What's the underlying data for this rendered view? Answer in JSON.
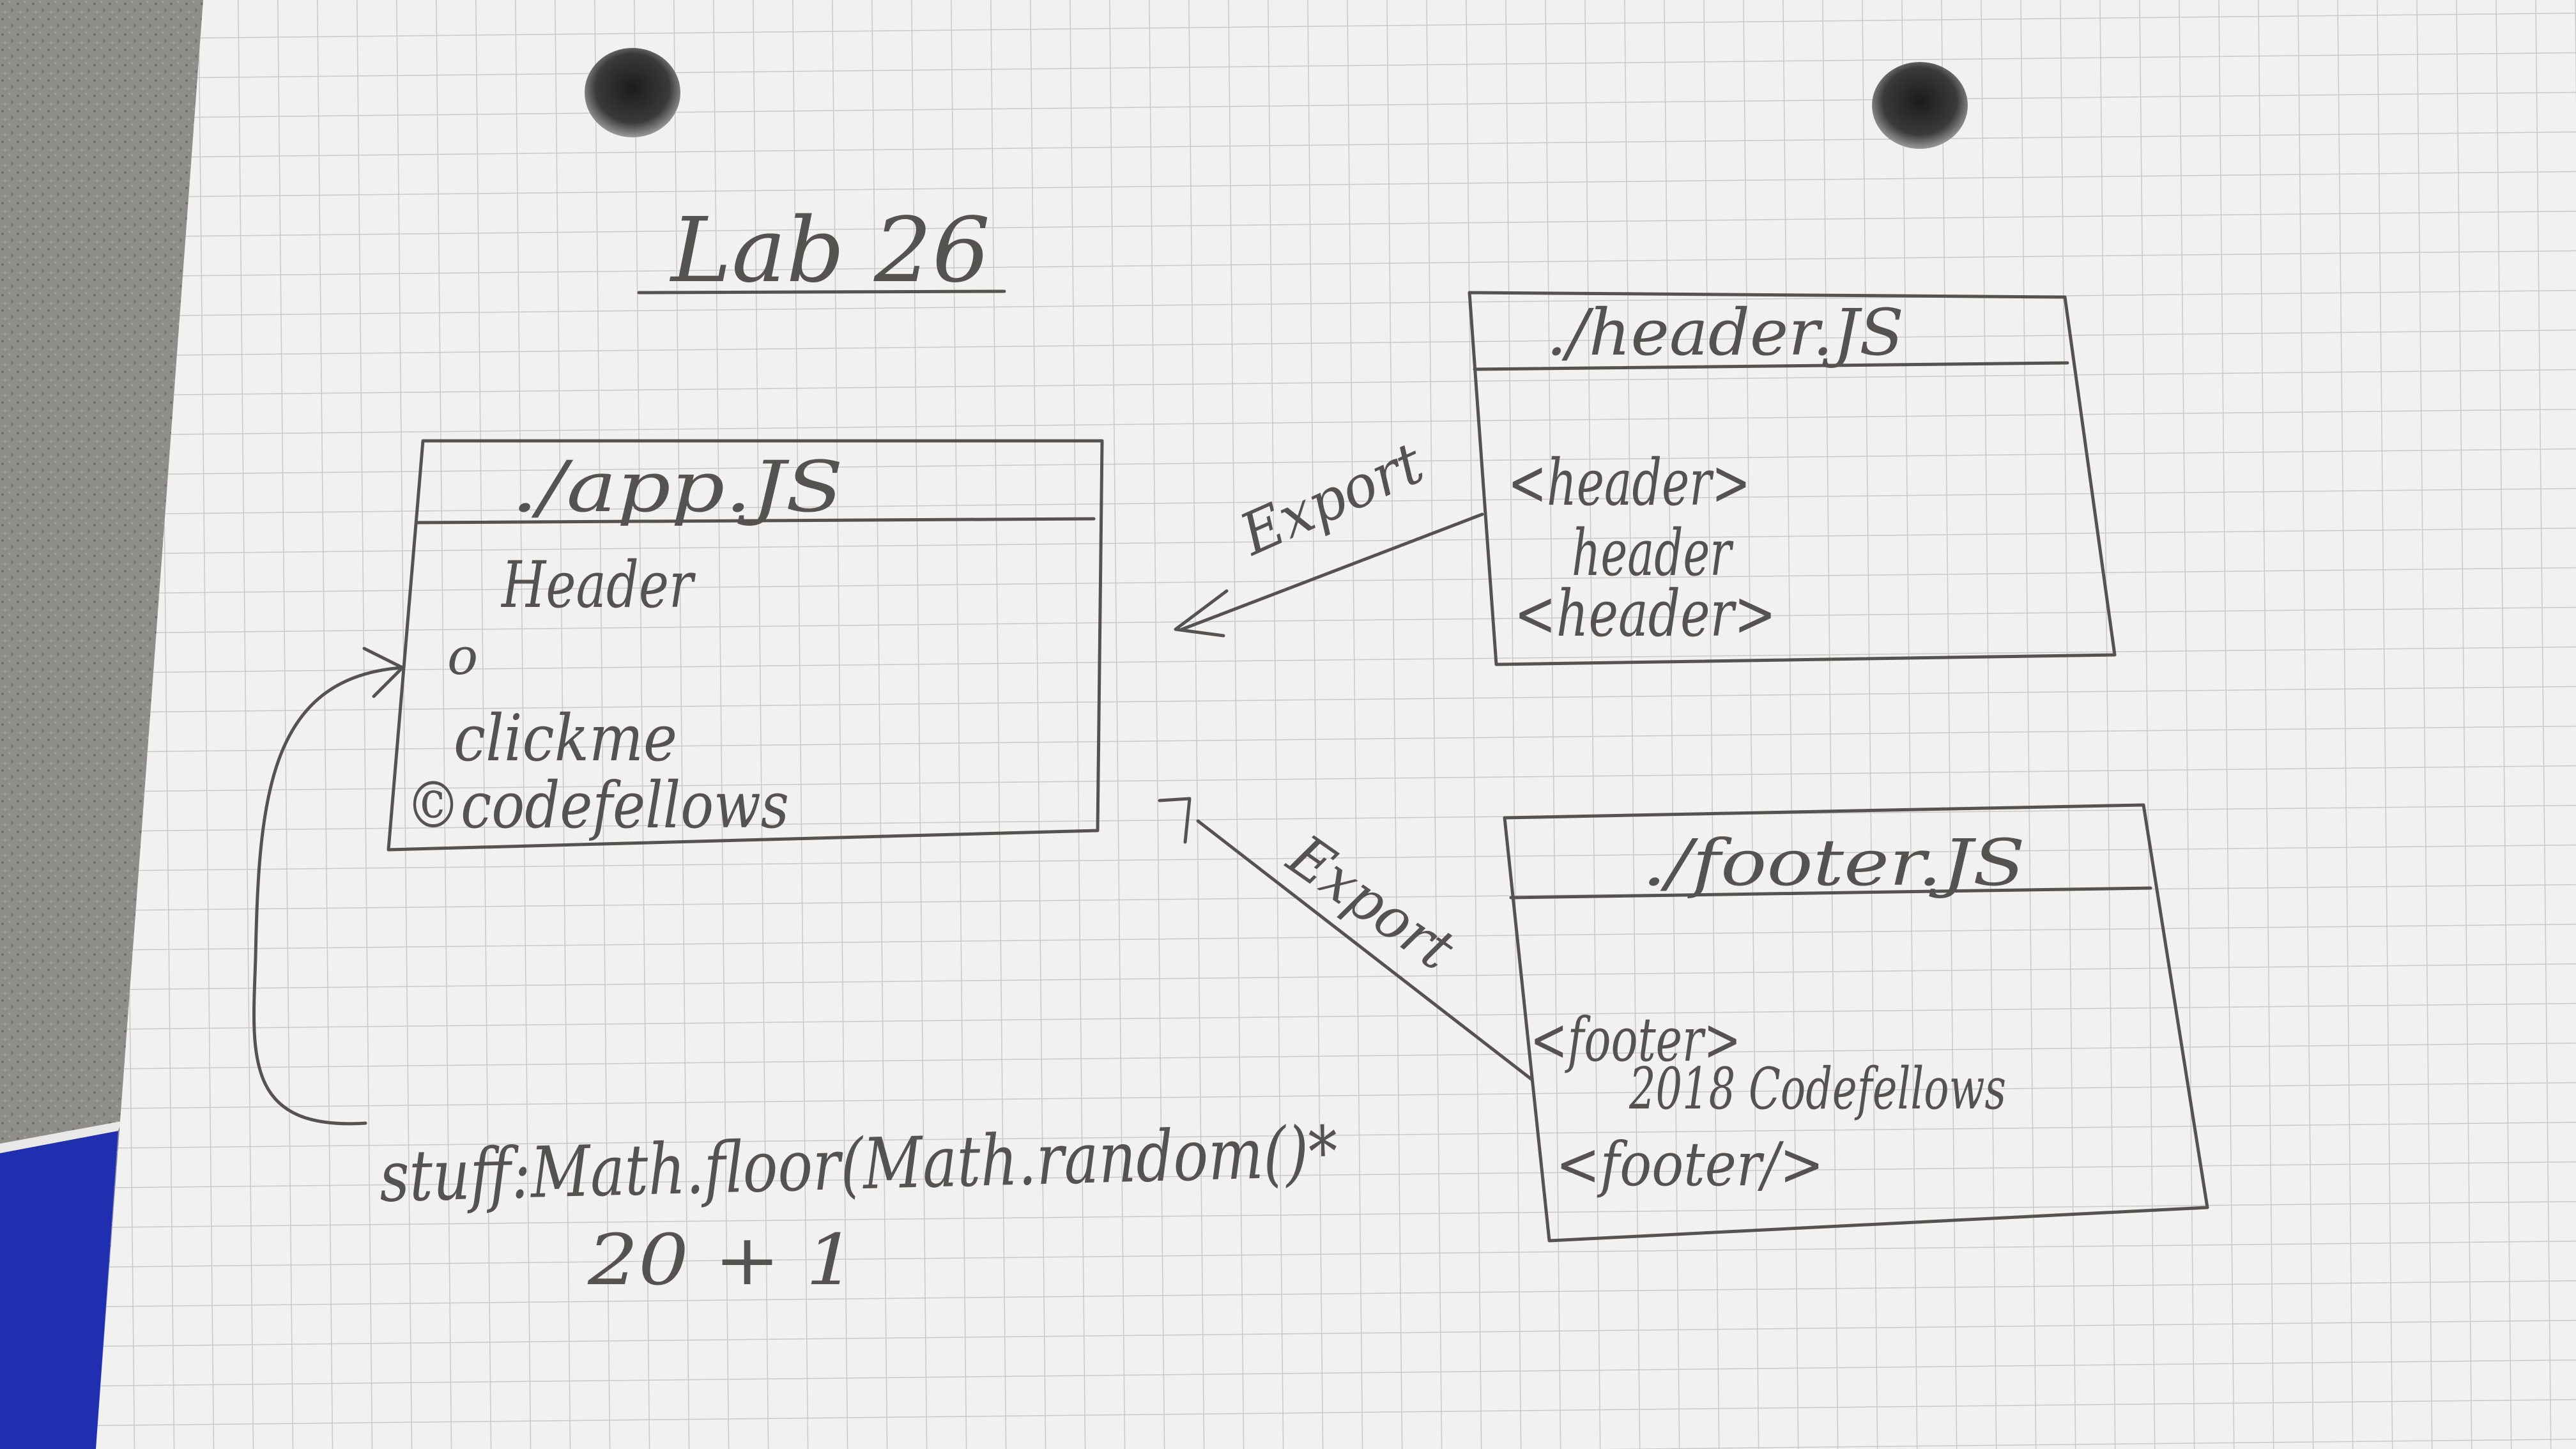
{
  "title": "Lab 26",
  "boxes": {
    "app": {
      "name": "./app.JS",
      "lines": [
        "Header",
        "o",
        "clickme",
        "©codefellows"
      ]
    },
    "header": {
      "name": "./header.JS",
      "lines": [
        "<header>",
        "header",
        "<header>"
      ]
    },
    "footer": {
      "name": "./footer.JS",
      "lines": [
        "<footer>",
        "2018 Codefellows",
        "<footer/>"
      ]
    }
  },
  "arrows": {
    "header_to_app": "Export",
    "footer_to_app": "Export"
  },
  "note": {
    "line1": "stuff:Math.floor(Math.random()*",
    "line2": "20 + 1"
  },
  "colors": {
    "paper": "#f1f1ef",
    "grid": "#c9cac8",
    "pencil": "#55534f",
    "edge_blue": "#1f2fb0",
    "desk": "#8f8d88"
  }
}
